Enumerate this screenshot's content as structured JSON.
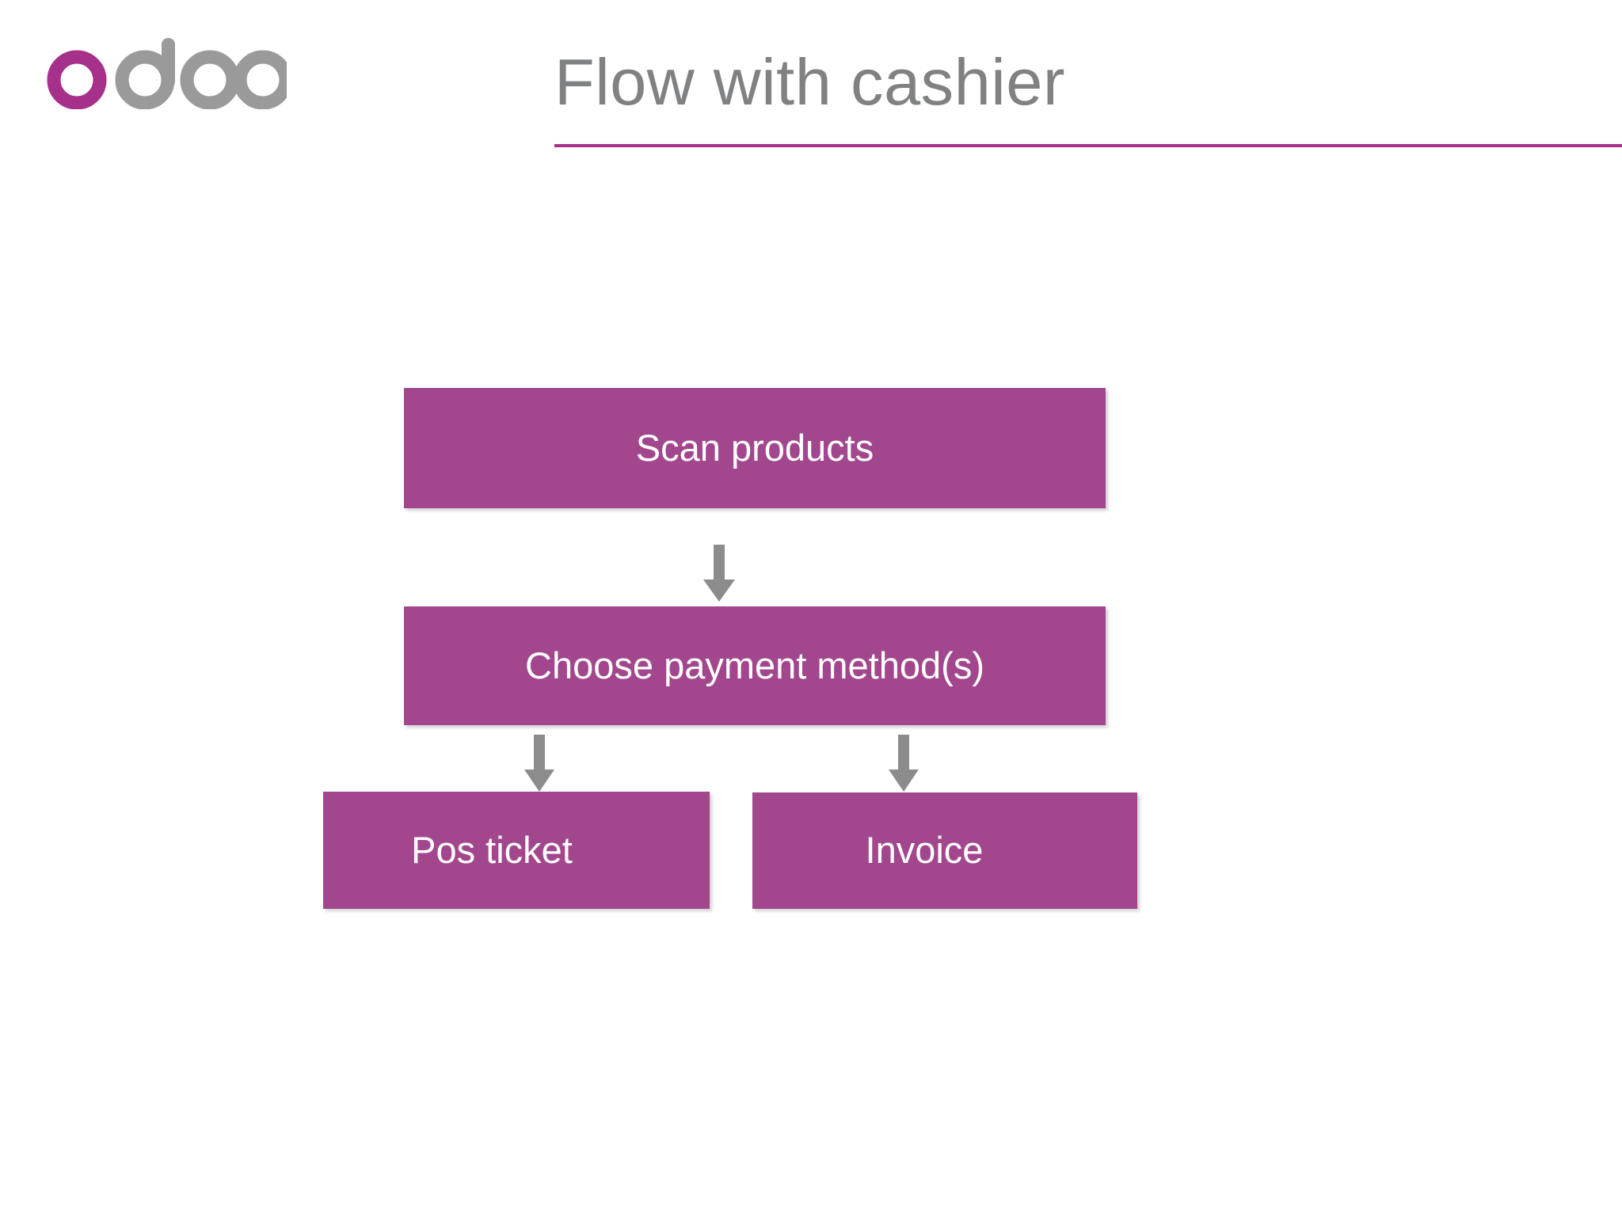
{
  "slide": {
    "title": "Flow with cashier",
    "background_color": "#ffffff",
    "accent_color": "#a6308a",
    "box_color": "#a2478d",
    "title_color": "#7f8183",
    "arrow_color": "#8c8c8c"
  },
  "logo": {
    "name": "odoo-logo",
    "text": "odoo",
    "letters": [
      {
        "glyph": "o",
        "color": "#a6308a"
      },
      {
        "glyph": "d",
        "color": "#9a9a9a"
      },
      {
        "glyph": "o",
        "color": "#9a9a9a"
      },
      {
        "glyph": "o",
        "color": "#9a9a9a"
      }
    ]
  },
  "diagram": {
    "type": "flowchart",
    "nodes": [
      {
        "id": "scan",
        "label": "Scan products"
      },
      {
        "id": "payment",
        "label": "Choose payment method(s)"
      },
      {
        "id": "pos",
        "label": "Pos ticket"
      },
      {
        "id": "invoice",
        "label": "Invoice"
      }
    ],
    "edges": [
      {
        "from": "scan",
        "to": "pos_payment",
        "icon": "arrow-down-icon"
      },
      {
        "from": "payment",
        "to": "pos",
        "icon": "arrow-down-icon"
      },
      {
        "from": "payment",
        "to": "invoice",
        "icon": "arrow-down-icon"
      }
    ]
  }
}
